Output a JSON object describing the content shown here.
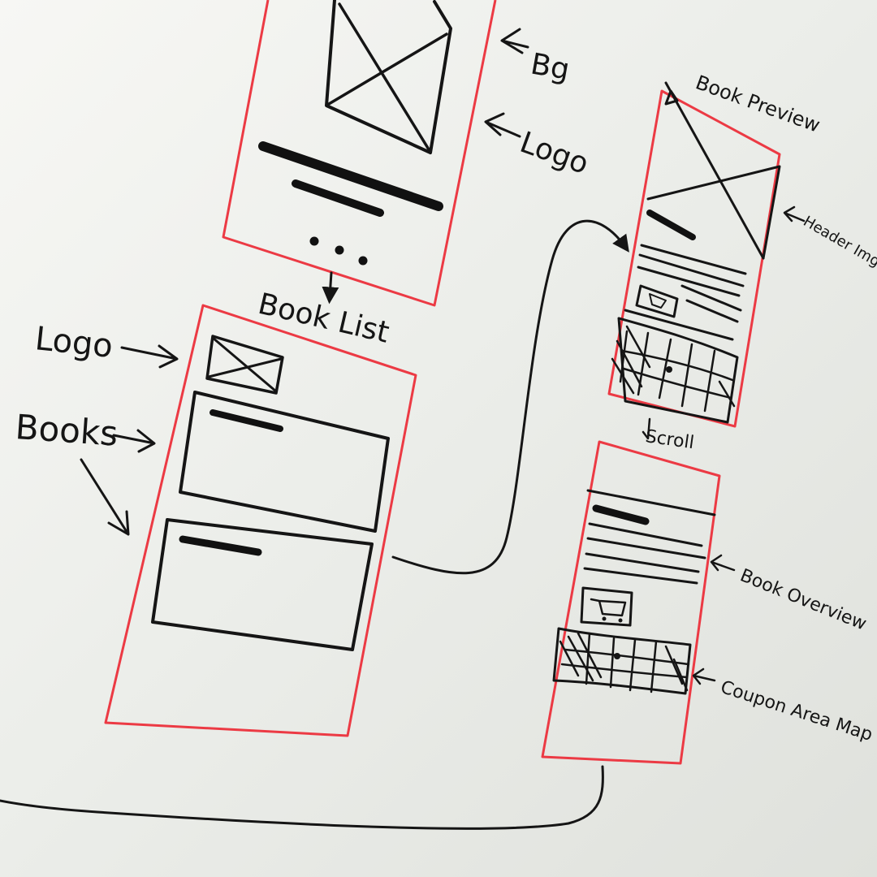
{
  "labels": {
    "bg": "Bg",
    "logo_splash": "Logo",
    "book_list_title": "Book List",
    "logo_left": "Logo",
    "books_left": "Books",
    "book_preview_title": "Book Preview",
    "header_img": "Header Img",
    "scroll": "Scroll",
    "book_overview": "Book Overview",
    "coupon_area_map": "Coupon Area Map"
  },
  "colors": {
    "frame": "#ec3a44",
    "ink": "#151515",
    "board": "#e9eae6"
  },
  "icons": {
    "image_placeholder": "crossed-box",
    "cart": "shopping-cart",
    "map": "hatched-map",
    "arrow": "hand-drawn-arrow"
  }
}
